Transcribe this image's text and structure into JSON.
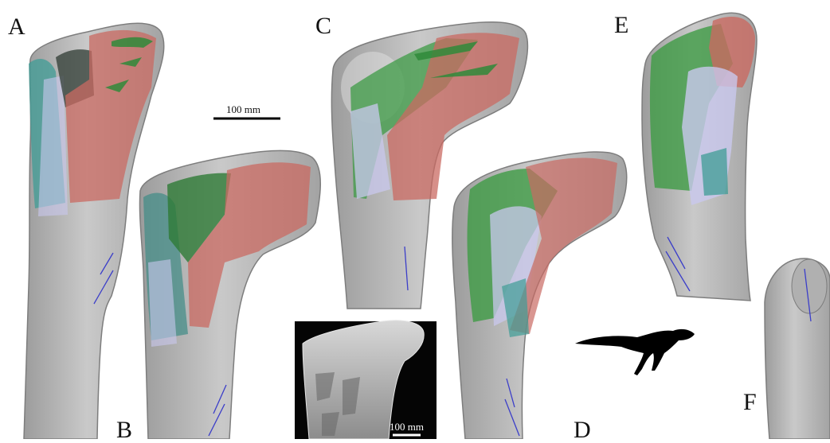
{
  "panels": {
    "a": "A",
    "b": "B",
    "c": "C",
    "d": "D",
    "e": "E",
    "f": "F"
  },
  "scale_bars": {
    "main": "100 mm",
    "inset": "100 mm"
  },
  "colors": {
    "bone": "#b9b9b9",
    "bone_edge": "#7d7d7d",
    "muscle_red": "#c96a62",
    "muscle_green": "#3e9b45",
    "muscle_dark_green": "#2f4a34",
    "muscle_teal": "#3f9c96",
    "muscle_lavender": "#c9c8ee",
    "axis_line": "#3b3ec9",
    "silhouette": "#000000"
  }
}
